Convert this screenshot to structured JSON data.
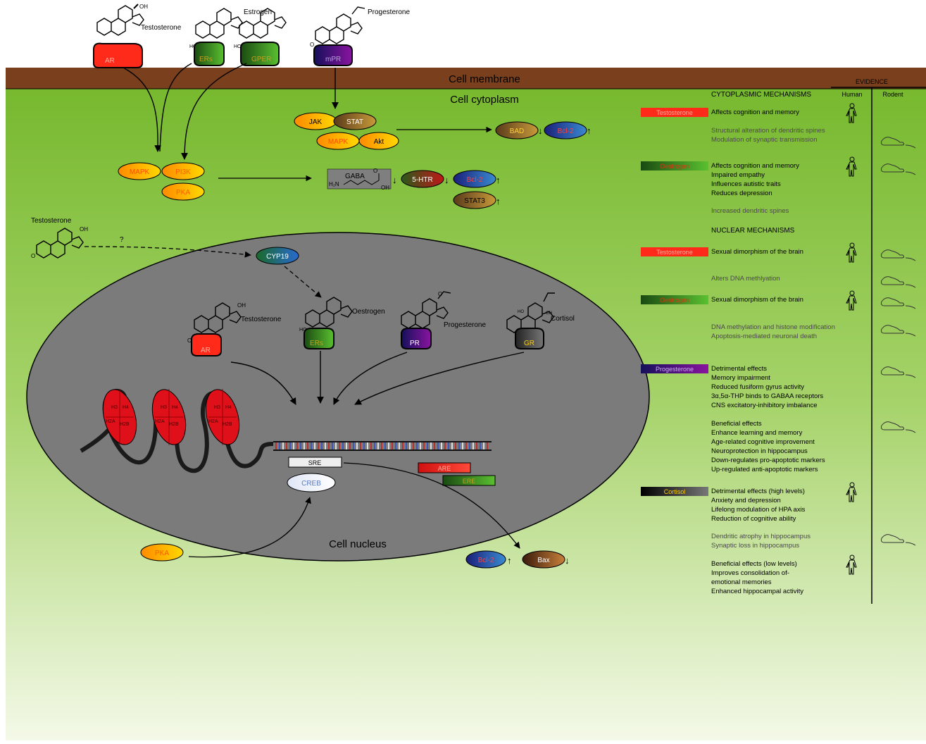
{
  "colors": {
    "membrane": "#7a3f1d",
    "cytoplasm_top": "#74b72b",
    "cytoplasm_bottom": "#f3f8e6",
    "nucleus": "#7a7a7a",
    "testosterone": "#ff2a2a",
    "estrogen": "#3aa028",
    "progesterone": "#6a0a8a",
    "cortisol": "#3a3a3a",
    "kinase_start": "#ff8c00",
    "kinase_end": "#ffd400"
  },
  "labels": {
    "membrane": "Cell membrane",
    "cytoplasm": "Cell cytoplasm",
    "nucleus": "Cell nucleus",
    "question": "?"
  },
  "hormones": {
    "testosterone": "Testosterone",
    "estrogen": "Estrogen",
    "oestrogen": "Oestrogen",
    "progesterone": "Progesterone",
    "cortisol": "Cortisol"
  },
  "receptors": {
    "ar": "AR",
    "ers": "ERs",
    "gper": "GPER",
    "mpr": "mPR",
    "pr": "PR",
    "gr": "GR"
  },
  "signaling": {
    "jak": "JAK",
    "stat": "STAT",
    "mapk": "MAPK",
    "akt": "Akt",
    "bad": "BAD",
    "bcl2": "Bcl-2",
    "pi3k": "PI3K",
    "pka": "PKA",
    "gaba": "GABA",
    "h2n": "H₂N",
    "oh": "OH",
    "o": "O",
    "htr": "5-HTR",
    "stat3": "STAT3",
    "cyp19": "CYP19",
    "sre": "SRE",
    "are": "ARE",
    "ere": "ERE",
    "creb": "CREB",
    "bax": "Bax",
    "up": "↑",
    "down": "↓"
  },
  "histones": [
    "H3",
    "H4",
    "H2A",
    "H2B"
  ],
  "evidence": {
    "header": "EVIDENCE",
    "human": "Human",
    "rodent": "Rodent",
    "cyto_title": "CYTOPLASMIC MECHANISMS",
    "nuc_title": "NUCLEAR MECHANISMS",
    "rows": [
      {
        "tag": "Testosterone",
        "tagType": "testosterone",
        "lines": [
          "Affects cognition and memory"
        ],
        "dark": true,
        "human": true,
        "rodent": false
      },
      {
        "tag": "",
        "lines": [
          "Structural alteration of dendritic spines",
          "Modulation of synaptic transmission"
        ],
        "dark": false,
        "human": false,
        "rodent": true
      },
      {
        "tag": "Oestrogen",
        "tagType": "estrogen",
        "lines": [
          "Affects cognition and memory",
          "Impaired empathy",
          "Influences autistic traits",
          "Reduces depression"
        ],
        "dark": true,
        "human": true,
        "rodent": true
      },
      {
        "tag": "",
        "lines": [
          "Increased dendritic spines"
        ],
        "dark": false,
        "human": false,
        "rodent": false
      },
      {
        "tag": "Testosterone",
        "tagType": "testosterone",
        "lines": [
          "Sexual dimorphism of the brain"
        ],
        "dark": true,
        "human": true,
        "rodent": true
      },
      {
        "tag": "",
        "lines": [
          "Alters DNA methlyation"
        ],
        "dark": false,
        "human": false,
        "rodent": true
      },
      {
        "tag": "Oestrogen",
        "tagType": "estrogen",
        "lines": [
          "Sexual dimorphism of the brain"
        ],
        "dark": true,
        "human": true,
        "rodent": true
      },
      {
        "tag": "",
        "lines": [
          "DNA methylation and histone modification",
          "Apoptosis-mediated neuronal death"
        ],
        "dark": false,
        "human": false,
        "rodent": true
      },
      {
        "tag": "Progesterone",
        "tagType": "progesterone",
        "lines": [
          "Detrimental effects",
          "Memory impairment",
          "Reduced fusiform gyrus activity",
          "3α,5α-THP binds to GABAA receptors",
          "CNS excitatory-inhibitory imbalance"
        ],
        "dark": true,
        "human": false,
        "rodent": true
      },
      {
        "tag": "",
        "lines": [
          "Beneficial effects",
          "Enhance learning and memory",
          "Age-related cognitive improvement",
          "Neuroprotection in hippocampus",
          "Down-regulates pro-apoptotic markers",
          "Up-regulated anti-apoptotic markers"
        ],
        "dark": true,
        "human": false,
        "rodent": true
      },
      {
        "tag": "Cortisol",
        "tagType": "cortisol",
        "lines": [
          "Detrimental effects (high levels)",
          "Anxiety and depression",
          "Lifelong modulation of HPA axis",
          "Reduction of cognitive ability"
        ],
        "dark": true,
        "human": true,
        "rodent": false
      },
      {
        "tag": "",
        "lines": [
          "Dendritic atrophy in hippocampus",
          "Synaptic loss in hippocampus"
        ],
        "dark": false,
        "human": false,
        "rodent": true
      },
      {
        "tag": "",
        "lines": [
          "Beneficial effects (low levels)",
          "Improves consolidation of-",
          "emotional memories",
          "Enhanced hippocampal activity"
        ],
        "dark": true,
        "human": true,
        "rodent": false
      }
    ]
  }
}
